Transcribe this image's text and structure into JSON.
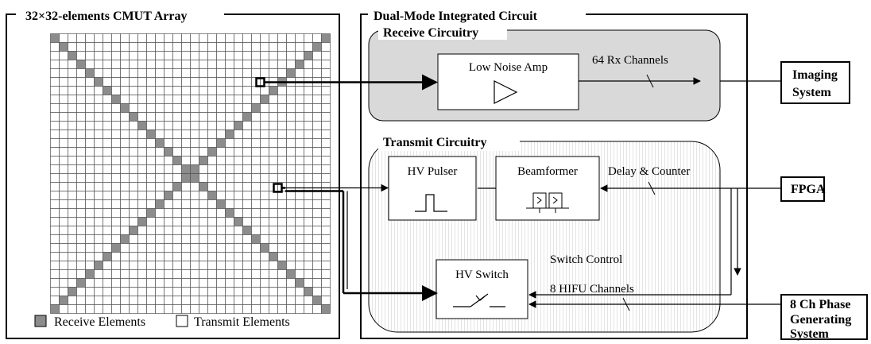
{
  "array_panel": {
    "title": "32×32-elements CMUT Array",
    "legend_receive": "Receive Elements",
    "legend_transmit": "Transmit Elements"
  },
  "ic_panel": {
    "title": "Dual-Mode Integrated Circuit",
    "receive_title": "Receive Circuitry",
    "transmit_title": "Transmit Circuitry"
  },
  "blocks": {
    "lna": "Low Noise Amp",
    "pulser": "HV Pulser",
    "beamformer": "Beamformer",
    "switch": "HV Switch"
  },
  "signals": {
    "rx_channels": "64 Rx Channels",
    "delay_counter": "Delay & Counter",
    "switch_control": "Switch Control",
    "hifu_channels": "8 HIFU Channels"
  },
  "external": {
    "imaging_line1": "Imaging",
    "imaging_line2": "System",
    "fpga": "FPGA",
    "phase_line1": "8 Ch Phase",
    "phase_line2": "Generating",
    "phase_line3": "System"
  },
  "colors": {
    "receive_element": "#8c8c8c",
    "receive_bg": "#d9d9d9",
    "line": "#000000"
  }
}
